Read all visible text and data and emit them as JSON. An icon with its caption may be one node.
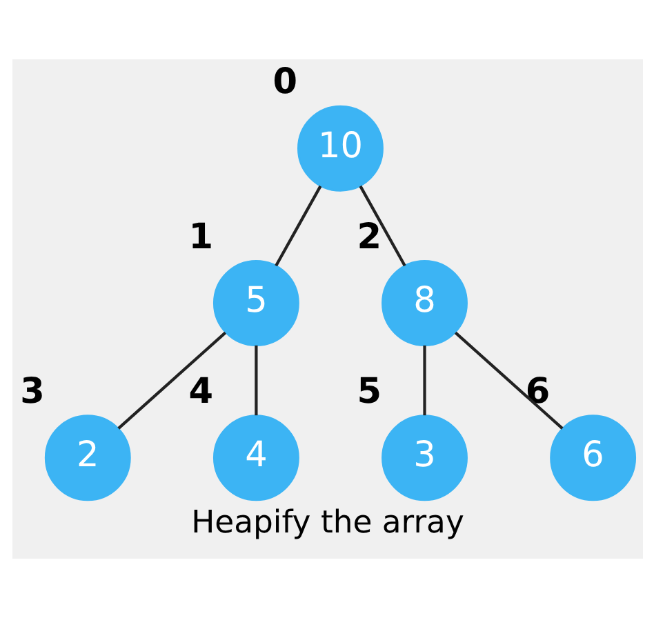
{
  "diagram": {
    "caption": "Heapify the array",
    "nodes": [
      {
        "text": [
          "10"
        ],
        "beside": [
          "0"
        ]
      },
      {
        "text": [
          "5"
        ],
        "beside": [
          "1"
        ]
      },
      {
        "text": [
          "8"
        ],
        "beside": [
          "2"
        ]
      },
      {
        "text": [
          "2"
        ],
        "beside": [
          "3"
        ]
      },
      {
        "text": [
          "4"
        ],
        "beside": [
          "4"
        ]
      },
      {
        "text": [
          "3"
        ],
        "beside": [
          "5"
        ]
      },
      {
        "text": [
          "6"
        ],
        "beside": [
          "6"
        ]
      }
    ],
    "edges": [
      {
        "from": 0,
        "to": 1,
        "arrow": "none"
      },
      {
        "from": 0,
        "to": 2,
        "arrow": "none"
      },
      {
        "from": 1,
        "to": 3,
        "arrow": "none"
      },
      {
        "from": 1,
        "to": 4,
        "arrow": "none"
      },
      {
        "from": 2,
        "to": 5,
        "arrow": "none"
      },
      {
        "from": 2,
        "to": 6,
        "arrow": "none"
      }
    ]
  }
}
